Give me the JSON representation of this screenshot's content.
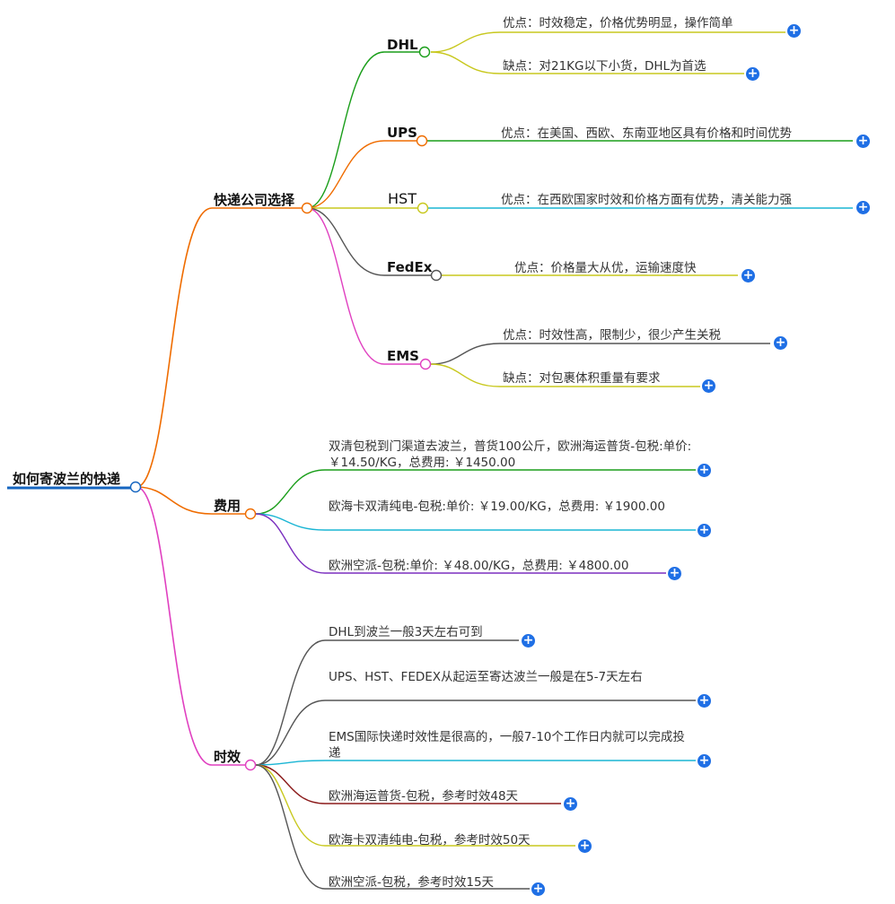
{
  "root": {
    "label": "如何寄波兰的快递",
    "color": "#1565c0"
  },
  "branches": [
    {
      "label": "快递公司选择",
      "color": "#ef6c00",
      "children": [
        {
          "label": "DHL",
          "color": "#1a9e1a",
          "bold": true,
          "leaves": [
            {
              "text": "优点：时效稳定，价格优势明显，操作简单",
              "color": "#c8c81e"
            },
            {
              "text": "缺点：对21KG以下小货，DHL为首选",
              "color": "#c8c81e"
            }
          ]
        },
        {
          "label": "UPS",
          "color": "#ef6c00",
          "bold": true,
          "leaves": [
            {
              "text": "优点：在美国、西欧、东南亚地区具有价格和时间优势",
              "color": "#1a9e1a"
            }
          ]
        },
        {
          "label": "HST",
          "color": "#c8c81e",
          "bold": false,
          "leaves": [
            {
              "text": "优点：在西欧国家时效和价格方面有优势，清关能力强",
              "color": "#1ab5d4"
            }
          ]
        },
        {
          "label": "FedEx",
          "color": "#555555",
          "bold": true,
          "leaves": [
            {
              "text": "优点：价格量大从优，运输速度快",
              "color": "#c8c81e"
            }
          ]
        },
        {
          "label": "EMS",
          "color": "#e040c0",
          "bold": true,
          "leaves": [
            {
              "text": "优点：时效性高，限制少，很少产生关税",
              "color": "#555555"
            },
            {
              "text": "缺点：对包裹体积重量有要求",
              "color": "#c8c81e"
            }
          ]
        }
      ]
    },
    {
      "label": "费用",
      "color": "#ef6c00",
      "leaves": [
        {
          "text": "双清包税到门渠道去波兰，普货100公斤，欧洲海运普货-包税:单价: ￥14.50/KG，总费用: ￥1450.00",
          "color": "#1a9e1a"
        },
        {
          "text": "欧海卡双清纯电-包税:单价: ￥19.00/KG，总费用: ￥1900.00",
          "color": "#1ab5d4"
        },
        {
          "text": "欧洲空派-包税:单价: ￥48.00/KG，总费用: ￥4800.00",
          "color": "#7b2fbf"
        }
      ]
    },
    {
      "label": "时效",
      "color": "#e040c0",
      "leaves": [
        {
          "text": "DHL到波兰一般3天左右可到",
          "color": "#555555"
        },
        {
          "text": "UPS、HST、FEDEX从起运至寄达波兰一般是在5-7天左右",
          "color": "#555555"
        },
        {
          "text": "EMS国际快递时效性是很高的，一般7-10个工作日内就可以完成投递",
          "color": "#1ab5d4"
        },
        {
          "text": "欧洲海运普货-包税，参考时效48天",
          "color": "#8b1a1a"
        },
        {
          "text": "欧海卡双清纯电-包税，参考时效50天",
          "color": "#c8c81e"
        },
        {
          "text": "欧洲空派-包税，参考时效15天",
          "color": "#555555"
        }
      ]
    }
  ],
  "expand_symbol": "+"
}
